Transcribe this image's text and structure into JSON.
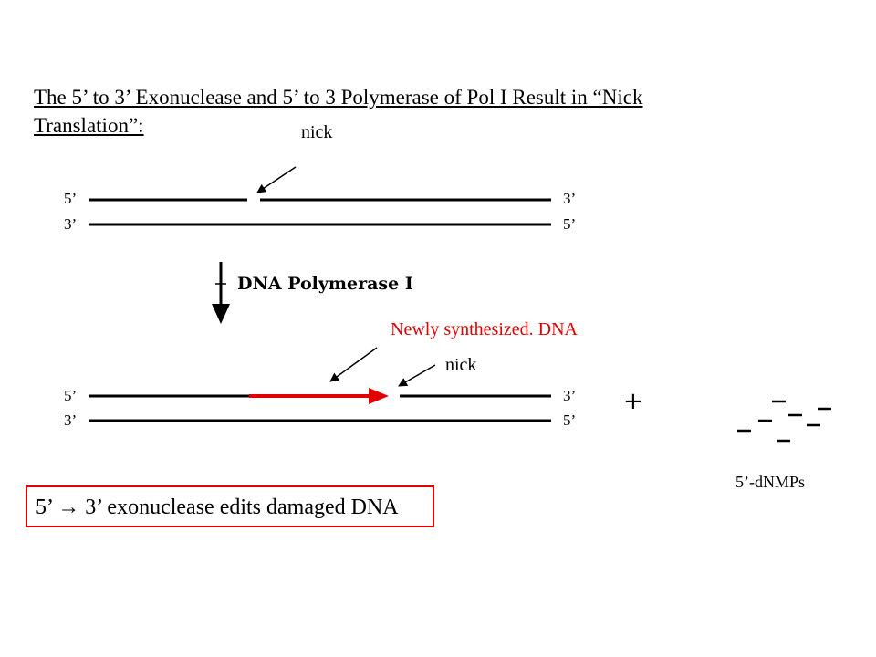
{
  "title": {
    "line1": "The 5’ to 3’ Exonuclease and 5’ to 3 Polymerase of Pol I Result in “Nick",
    "line2": "Translation”:"
  },
  "top_duplex": {
    "nick_label": "nick",
    "top_left": "5’",
    "top_right": "3’",
    "bottom_left": "3’",
    "bottom_right": "5’"
  },
  "step": {
    "enzyme_label": "DNA Polymerase I"
  },
  "bottom_duplex": {
    "new_dna_label": "Newly synthesized. DNA",
    "nick_label": "nick",
    "top_left": "5’",
    "top_right": "3’",
    "bottom_left": "3’",
    "bottom_right": "5’"
  },
  "products": {
    "plus": "+",
    "dnmp_label": "5’-dNMPs"
  },
  "exonuclease_box": {
    "text": "5’ → 3’ exonuclease edits damaged DNA"
  },
  "colors": {
    "strand": "#000000",
    "new_strand": "#e00000",
    "box_border": "#e00000",
    "new_dna_label": "#e00000"
  }
}
